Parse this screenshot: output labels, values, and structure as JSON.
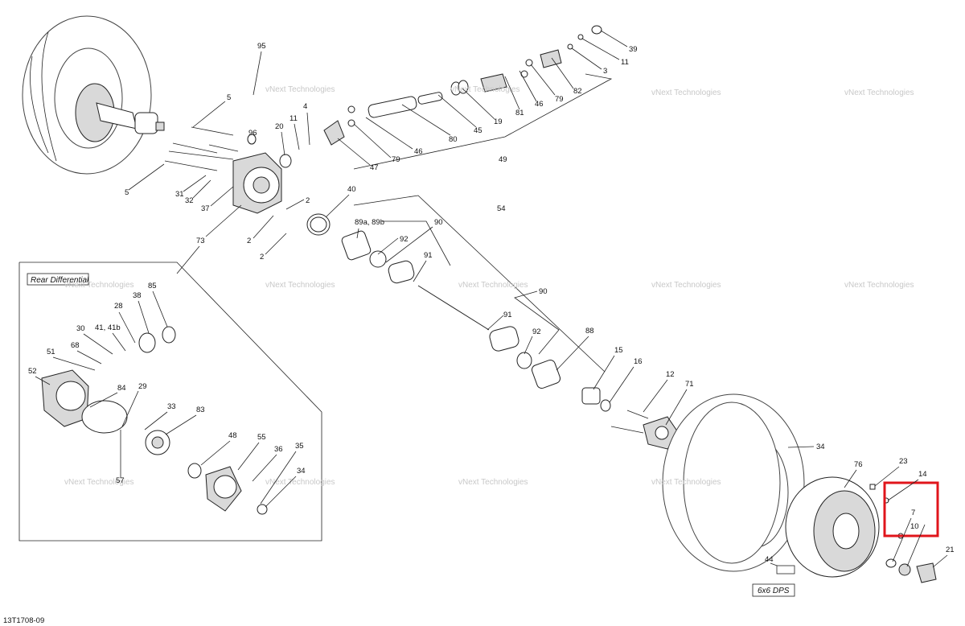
{
  "diagram": {
    "inset_title": "Rear Differential",
    "variant_label": "6x6 DPS",
    "drawing_number": "13T1708-09",
    "watermark_line1": "vNext",
    "watermark_line2": "Technologies",
    "watermark_combined": "vNext Technologies",
    "highlight_color": "#e0151b",
    "callouts": {
      "c95": "95",
      "c5a": "5",
      "c5b": "5",
      "c96": "96",
      "c20": "20",
      "c11a": "11",
      "c4": "4",
      "c47": "47",
      "c79a": "79",
      "c46a": "46",
      "c80": "80",
      "c45": "45",
      "c19": "19",
      "c81": "81",
      "c46b": "46",
      "c79b": "79",
      "c82": "82",
      "c3": "3",
      "c11b": "11",
      "c39": "39",
      "c49": "49",
      "c31": "31",
      "c32": "32",
      "c37": "37",
      "c73": "73",
      "c2a": "2",
      "c2b": "2",
      "c2c": "2",
      "c40": "40",
      "c54": "54",
      "c89": "89a, 89b",
      "c90a": "90",
      "c92a": "92",
      "c91a": "91",
      "c90b": "90",
      "c91b": "91",
      "c92b": "92",
      "c88": "88",
      "c15": "15",
      "c16": "16",
      "c12": "12",
      "c71": "71",
      "c34": "34",
      "c76": "76",
      "c23": "23",
      "c14": "14",
      "c7": "7",
      "c10": "10",
      "c21": "21",
      "c44": "44",
      "c85": "85",
      "c38": "38",
      "c28": "28",
      "c30": "30",
      "c41": "41, 41b",
      "c68": "68",
      "c51": "51",
      "c52": "52",
      "c84": "84",
      "c29": "29",
      "c33": "33",
      "c83": "83",
      "c48": "48",
      "c55": "55",
      "c36": "36",
      "c35": "35",
      "c34b": "34",
      "c57": "57"
    }
  }
}
